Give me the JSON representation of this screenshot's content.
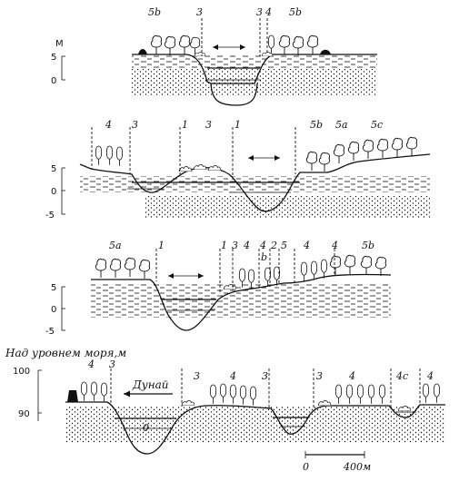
{
  "profiles": [
    {
      "zone_labels": [
        "5b",
        "3",
        "3",
        "4",
        "5b"
      ],
      "axis_unit": "M",
      "axis_ticks": [
        "5",
        "0"
      ]
    },
    {
      "zone_labels": [
        "4",
        "3",
        "1",
        "3",
        "1",
        "5b",
        "5a",
        "5c"
      ],
      "axis_ticks": [
        "5",
        "0",
        "-5"
      ]
    },
    {
      "zone_labels": [
        "5a",
        "1",
        "1",
        "3",
        "4",
        "4",
        "2",
        "5",
        "4",
        "4",
        "5b"
      ],
      "sub_label": "b",
      "axis_ticks": [
        "5",
        "0",
        "-5"
      ]
    },
    {
      "zone_labels": [
        "4",
        "3",
        "3",
        "4",
        "3",
        "3",
        "4",
        "4c",
        "4"
      ],
      "water_label": "0",
      "river_name": "Дунай",
      "axis_title": "Над уровнем моря,м",
      "axis_ticks": [
        "100",
        "90"
      ]
    }
  ],
  "scale_bar": {
    "start": "0",
    "end": "400м"
  }
}
